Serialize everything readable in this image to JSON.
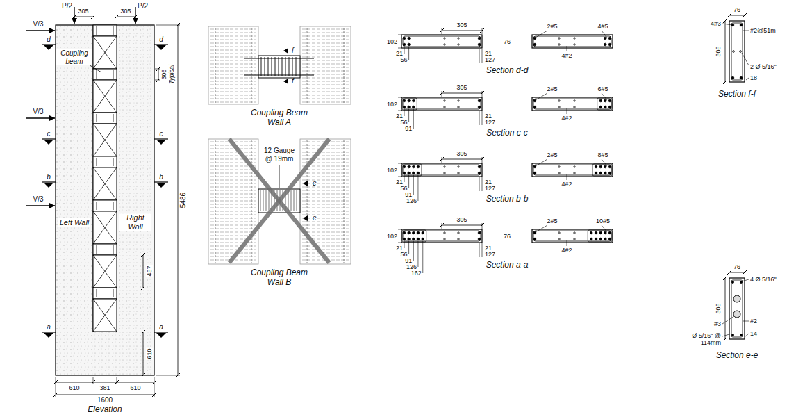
{
  "diagram": {
    "labels": [
      "P/2",
      "305",
      "305",
      "P/2",
      "V/3",
      "d",
      "d",
      "Coupling beam",
      "305",
      "Typical",
      "V/3",
      "c",
      "c",
      "b",
      "b",
      "V/3",
      "Left Wall",
      "Right Wall",
      "5486",
      "457",
      "a",
      "a",
      "610",
      "610",
      "381",
      "610",
      "1600",
      "Elevation",
      "f",
      "f",
      "Coupling Beam Wall A",
      "12 Gauge @ 19mm",
      "e",
      "e",
      "Coupling Beam Wall B",
      "305",
      "2#5",
      "4#5",
      "102",
      "21",
      "56",
      "21",
      "127",
      "76",
      "4#2",
      "Section d-d",
      "305",
      "2#5",
      "6#5",
      "102",
      "21",
      "56",
      "91",
      "21",
      "127",
      "4#2",
      "Section c-c",
      "305",
      "2#5",
      "8#5",
      "102",
      "21",
      "56",
      "91",
      "126",
      "21",
      "127",
      "4#2",
      "Section b-b",
      "305",
      "2#5",
      "10#5",
      "102",
      "21",
      "56",
      "91",
      "126",
      "162",
      "21",
      "127",
      "76",
      "4#2",
      "Section a-a",
      "76",
      "4#3",
      "305",
      "#2@51m",
      "2 Ø 5/16\"",
      "18",
      "Section f-f",
      "76",
      "4 Ø 5/16\"",
      "305",
      "#3",
      "Ø 5/16\" @ 114mm",
      "#2",
      "14",
      "Section e-e"
    ]
  }
}
